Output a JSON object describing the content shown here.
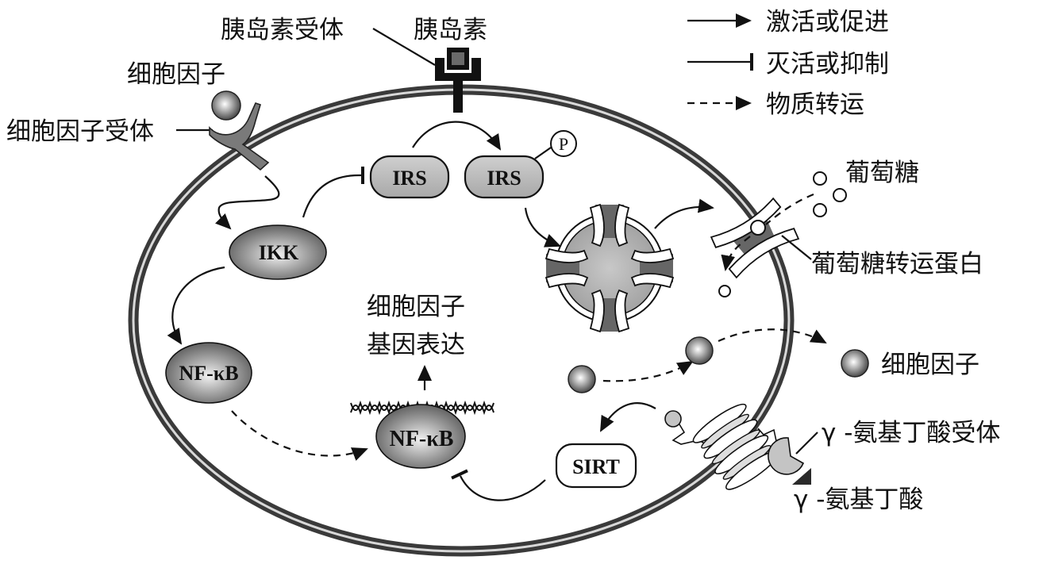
{
  "legend": {
    "items": [
      {
        "type": "arrow",
        "label": "激活或促进"
      },
      {
        "type": "inhibit",
        "label": "灭活或抑制"
      },
      {
        "type": "dashed-arrow",
        "label": "物质转运"
      }
    ]
  },
  "labels": {
    "insulin_receptor": "胰岛素受体",
    "insulin": "胰岛素",
    "cytokine_top": "细胞因子",
    "cytokine_receptor": "细胞因子受体",
    "glucose": "葡萄糖",
    "glucose_transporter": "葡萄糖转运蛋白",
    "gene_expression_line1": "细胞因子",
    "gene_expression_line2": "基因表达",
    "cytokine_right": "细胞因子",
    "gaba_receptor": "γ -氨基丁酸受体",
    "gaba": "γ -氨基丁酸"
  },
  "molecules": {
    "irs_left": "IRS",
    "irs_right": "IRS",
    "phosphate": "P",
    "ikk": "IKK",
    "nfkb_cytoplasm": "NF-κB",
    "nfkb_nucleus": "NF-κB",
    "sirt": "SIRT"
  },
  "colors": {
    "membrane_dark": "#3a3a3a",
    "membrane_light": "#d8d8d8",
    "receptor_gray": "#7a7a7a",
    "irs_fill": "#b9b9b9",
    "vesicle_fill": "#b0b0b0",
    "gaba_receptor_fill": "#c4c4c4"
  }
}
